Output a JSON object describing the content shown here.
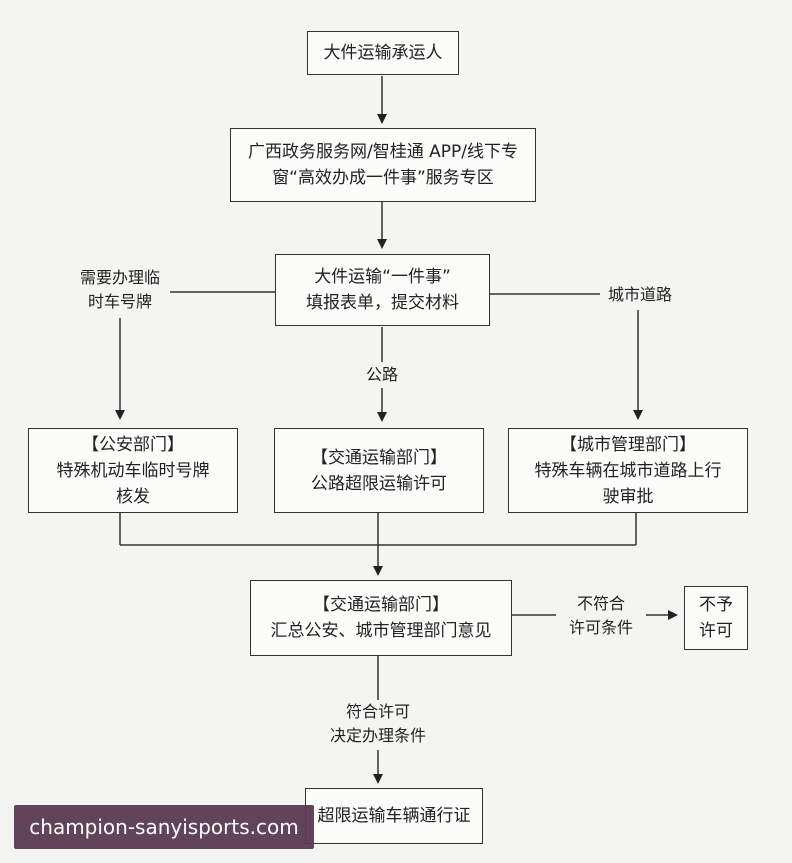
{
  "nodes": {
    "carrier": [
      "大件运输承运人"
    ],
    "portal": [
      "广西政务服务网/智桂通 APP/线下专",
      "窗“高效办成一件事”服务专区"
    ],
    "apply": [
      "大件运输“一件事”",
      "填报表单，提交材料"
    ],
    "police": [
      "【公安部门】",
      "特殊机动车临时号牌",
      "核发"
    ],
    "transport": [
      "【交通运输部门】",
      "公路超限运输许可"
    ],
    "city": [
      "【城市管理部门】",
      "特殊车辆在城市道路上行",
      "驶审批"
    ],
    "summary": [
      "【交通运输部门】",
      "汇总公安、城市管理部门意见"
    ],
    "reject": [
      "不予",
      "许可"
    ],
    "certificate": [
      "超限运输车辆通行证"
    ]
  },
  "edge_labels": {
    "temp_plate": [
      "需要办理临",
      "时车号牌"
    ],
    "highway": [
      "公路"
    ],
    "city_road": [
      "城市道路"
    ],
    "not_qualified": [
      "不符合",
      "许可条件"
    ],
    "qualified": [
      "符合许可",
      "决定办理条件"
    ]
  },
  "watermark": "champion-sanyisports.com"
}
